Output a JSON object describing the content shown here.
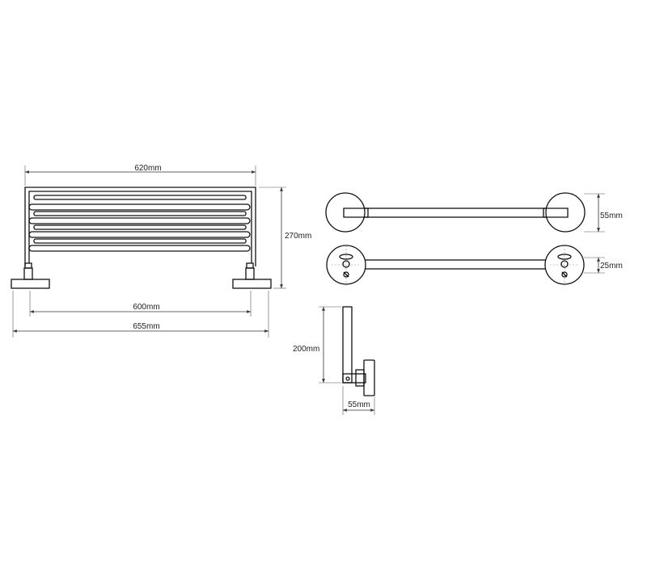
{
  "dimensions": {
    "shelf_width": "620mm",
    "shelf_height": "270mm",
    "mount_spacing": "600mm",
    "overall_width": "655mm",
    "bar_depth_top": "55mm",
    "bar_height": "25mm",
    "side_height": "200mm",
    "side_depth": "55mm"
  },
  "colors": {
    "line": "#111111",
    "dimension_line": "#333333",
    "background": "#ffffff"
  }
}
